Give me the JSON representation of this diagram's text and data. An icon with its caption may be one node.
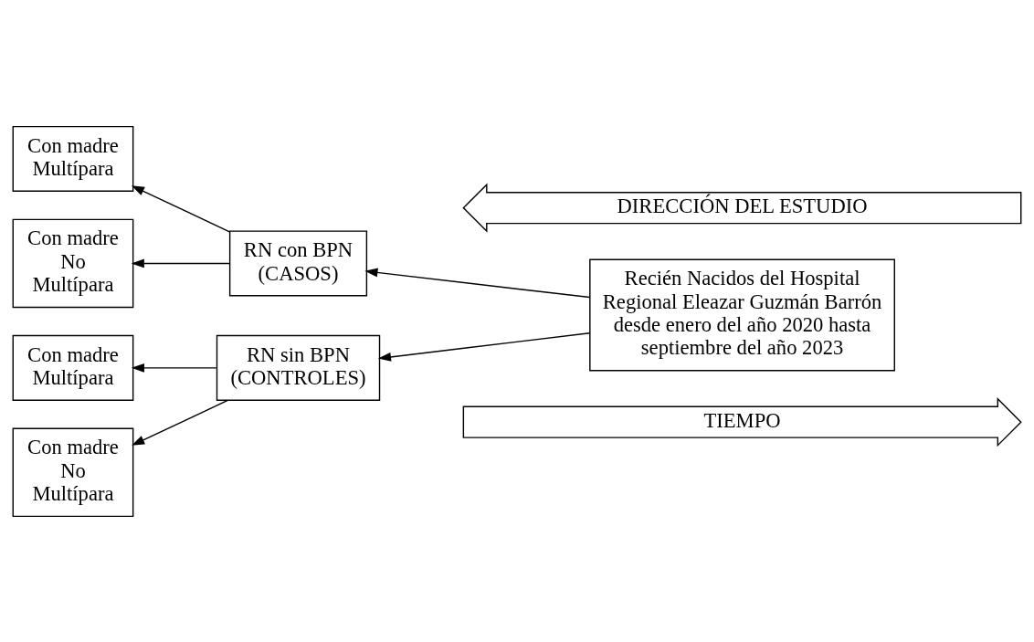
{
  "diagram": {
    "nodes": [
      {
        "text": [
          "TIEMPO"
        ]
      },
      {
        "text": [
          "Con madre Multípara"
        ]
      },
      {
        "text": [
          "Con madre No Multípara"
        ]
      },
      {
        "text": [
          "RN con BPN (CASOS)"
        ]
      },
      {
        "text": [
          "Recién Nacidos del Hospital Regional Eleazar Guzmán Barrón desde enero del año 2020 hasta septiembre del año 2023"
        ]
      },
      {
        "text": [
          "Con madre Multípara"
        ]
      },
      {
        "text": [
          "RN sin BPN (CONTROLES)"
        ]
      },
      {
        "text": [
          "Con madre No Multípara"
        ]
      },
      {
        "text": [
          "DIRECCIÓN DEL ESTUDIO"
        ]
      }
    ],
    "edges": [
      {
        "from": 4,
        "to": 3,
        "arrow": "to"
      },
      {
        "from": 4,
        "to": 6,
        "arrow": "to"
      },
      {
        "from": 3,
        "to": 1,
        "arrow": "to"
      },
      {
        "from": 3,
        "to": 2,
        "arrow": "to"
      },
      {
        "from": 6,
        "to": 5,
        "arrow": "to"
      },
      {
        "from": 6,
        "to": 7,
        "arrow": "to"
      }
    ]
  }
}
